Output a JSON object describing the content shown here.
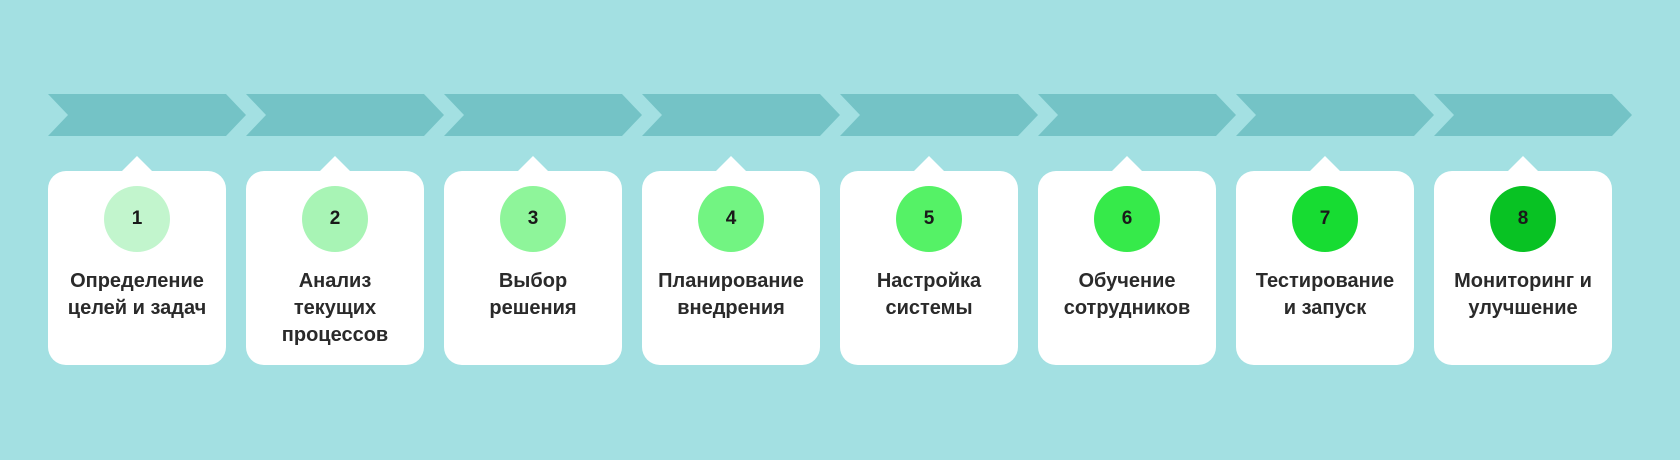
{
  "steps": [
    {
      "number": "1",
      "lines": [
        "Определение",
        "целей и задач"
      ],
      "color": "#c2f5cd"
    },
    {
      "number": "2",
      "lines": [
        "Анализ",
        "текущих",
        "процессов"
      ],
      "color": "#a8f4b5"
    },
    {
      "number": "3",
      "lines": [
        "Выбор",
        "решения"
      ],
      "color": "#8ef59a"
    },
    {
      "number": "4",
      "lines": [
        "Планирование",
        "внедрения"
      ],
      "color": "#72f482"
    },
    {
      "number": "5",
      "lines": [
        "Настройка",
        "системы"
      ],
      "color": "#55f266"
    },
    {
      "number": "6",
      "lines": [
        "Обучение",
        "сотрудников"
      ],
      "color": "#36ea4a"
    },
    {
      "number": "7",
      "lines": [
        "Тестирование",
        "и запуск"
      ],
      "color": "#17dc32"
    },
    {
      "number": "8",
      "lines": [
        "Мониторинг и",
        "улучшение"
      ],
      "color": "#08c223"
    }
  ],
  "colors": {
    "background": "#a3e0e2",
    "chevron": "#74c3c6",
    "card": "#ffffff"
  }
}
